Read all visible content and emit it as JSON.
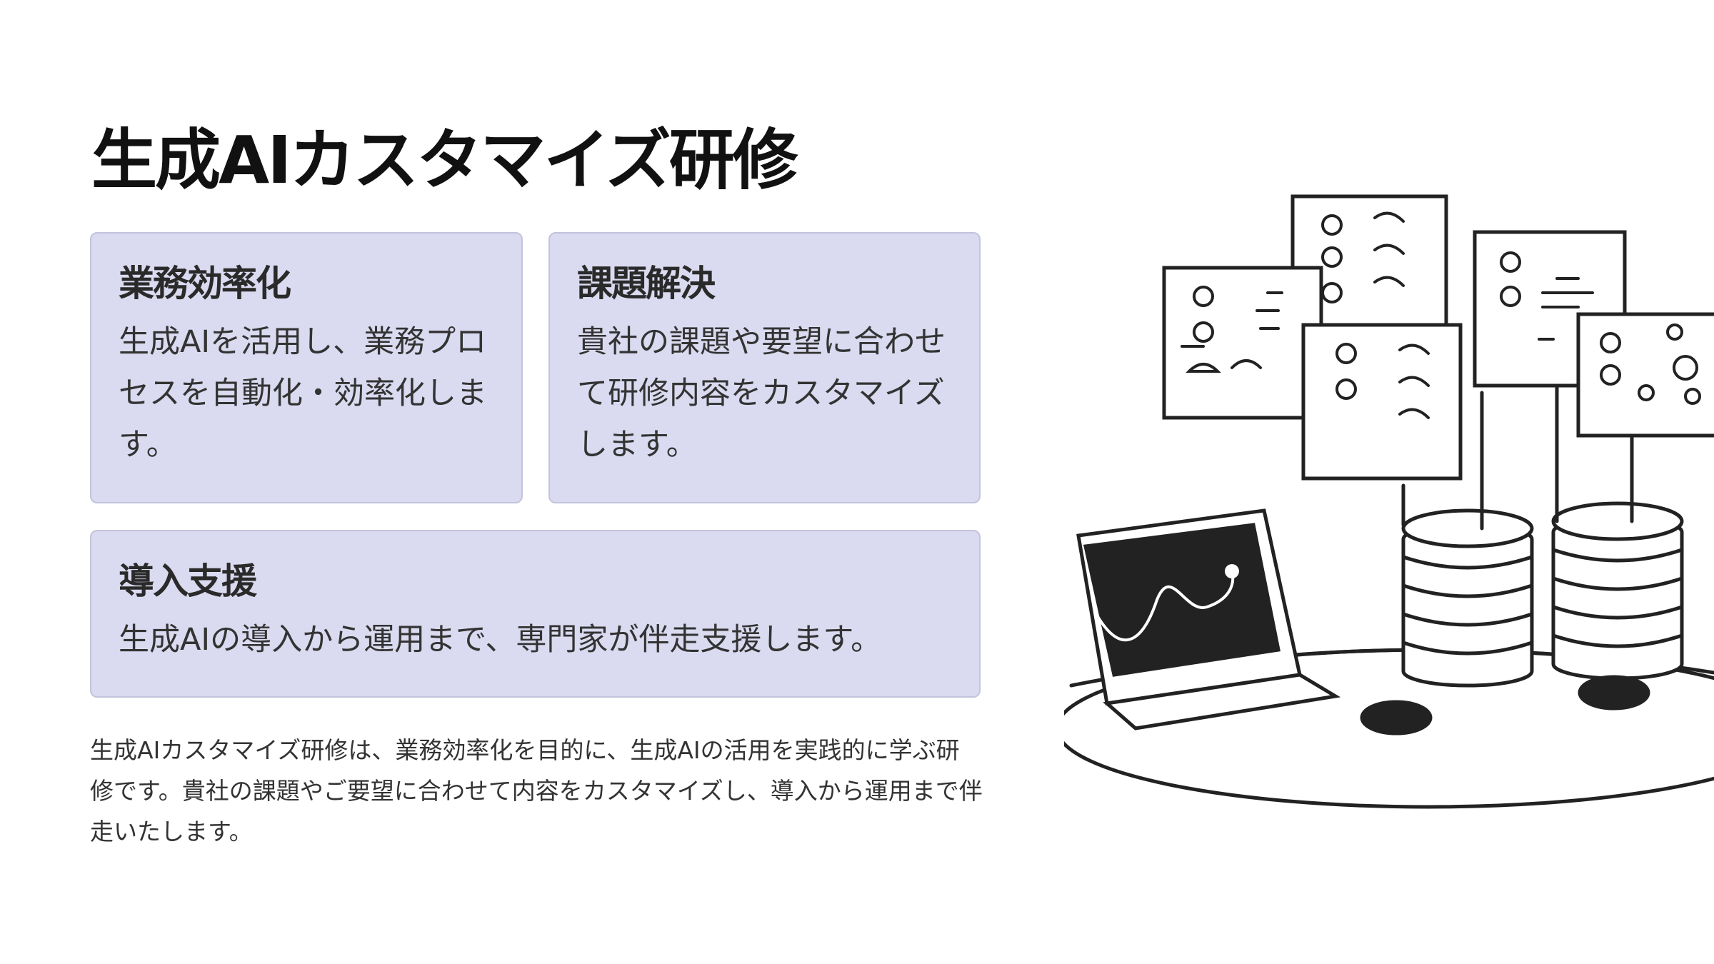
{
  "title": "生成AIカスタマイズ研修",
  "cards": [
    {
      "heading": "業務効率化",
      "body": "生成AIを活用し、業務プロセスを自動化・効率化します。"
    },
    {
      "heading": "課題解決",
      "body": "貴社の課題や要望に合わせて研修内容をカスタマイズします。"
    },
    {
      "heading": "導入支援",
      "body": "生成AIの導入から運用まで、専門家が伴走支援します。"
    }
  ],
  "description": "生成AIカスタマイズ研修は、業務効率化を目的に、生成AIの活用を実践的に学ぶ研修です。貴社の課題やご要望に合わせて内容をカスタマイズし、導入から運用まで伴走いたします。",
  "illustration": {
    "icon": "ai-data-platform-illustration"
  }
}
